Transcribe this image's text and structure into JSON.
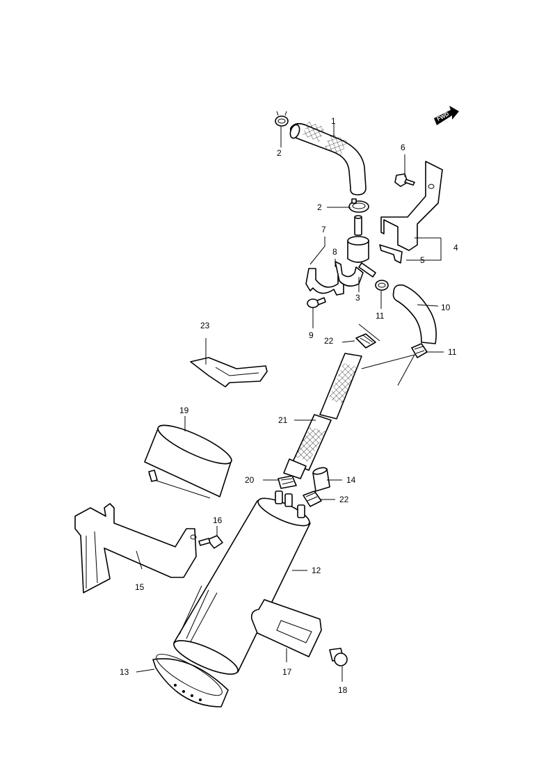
{
  "fwd_label": "FWD",
  "callouts": {
    "c1": "1",
    "c2a": "2",
    "c2b": "2",
    "c3": "3",
    "c4": "4",
    "c5": "5",
    "c6": "6",
    "c7": "7",
    "c8": "8",
    "c9": "9",
    "c10": "10",
    "c11a": "11",
    "c11b": "11",
    "c12": "12",
    "c13": "13",
    "c14": "14",
    "c15": "15",
    "c16": "16",
    "c17": "17",
    "c18": "18",
    "c19": "19",
    "c20": "20",
    "c21": "21",
    "c22a": "22",
    "c22b": "22",
    "c23": "23"
  }
}
